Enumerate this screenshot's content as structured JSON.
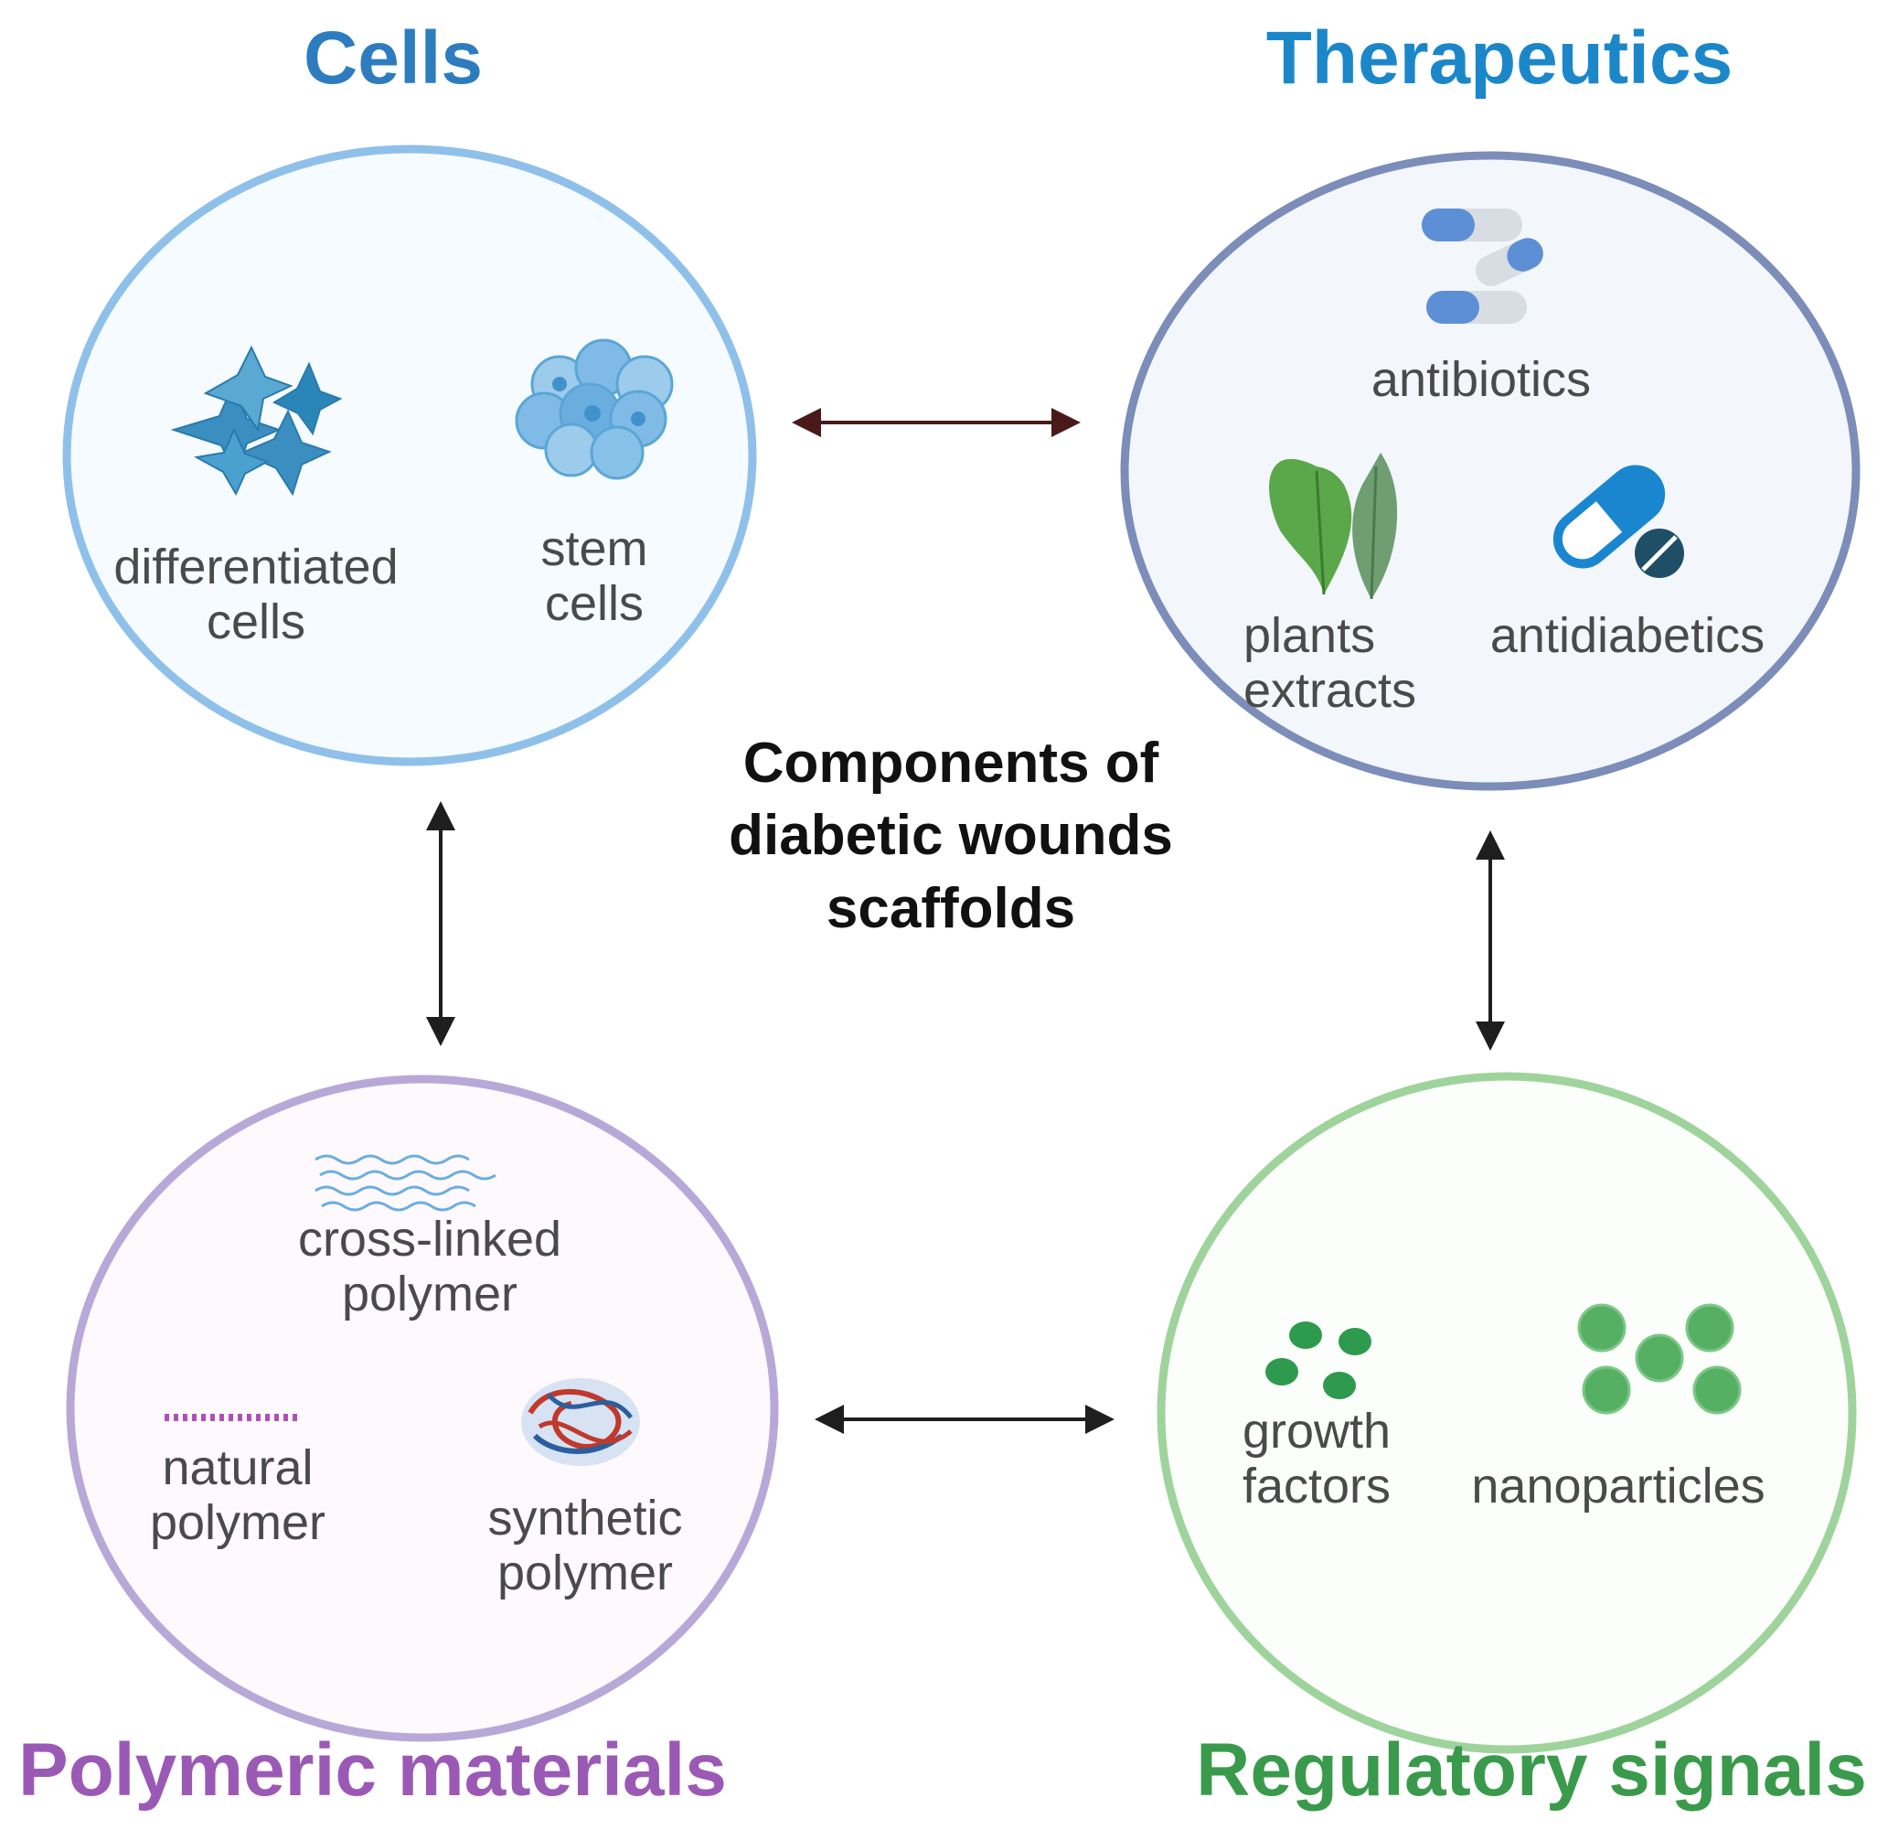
{
  "colors": {
    "cells": "#2e7cc0",
    "therapeutics": "#1b87c9",
    "polymeric": "#9b59b6",
    "regulatory": "#3a9a4c",
    "cells_ring": "#8fc0ea",
    "therapeutics_ring": "#7b8db8",
    "polymeric_ring": "#b8a8d8",
    "regulatory_ring": "#9fd39c",
    "arrow_top": "#4a1a1a",
    "arrow": "#1e1e1e"
  },
  "titles": {
    "cells": "Cells",
    "therapeutics": "Therapeutics",
    "polymeric": "Polymeric materials",
    "regulatory": "Regulatory signals"
  },
  "center": {
    "line1": "Components of",
    "line2": "diabetic wounds",
    "line3": "scaffolds"
  },
  "cells": {
    "differentiated": [
      "differentiated",
      "cells"
    ],
    "stem": [
      "stem",
      "cells"
    ]
  },
  "therapeutics": {
    "antibiotics": "antibiotics",
    "plants": [
      "plants",
      "extracts"
    ],
    "antidiabetics": "antidiabetics"
  },
  "polymeric": {
    "crosslinked": [
      "cross-linked",
      "polymer"
    ],
    "natural": [
      "natural",
      "polymer"
    ],
    "synthetic": [
      "synthetic",
      "polymer"
    ]
  },
  "regulatory": {
    "growth": [
      "growth",
      "factors"
    ],
    "nanoparticles": "nanoparticles"
  },
  "icons": [
    "cells-icon",
    "stem-cells-icon",
    "capsules-icon",
    "leaves-icon",
    "pill-tablet-icon",
    "wavy-lines-icon",
    "dotted-line-icon",
    "polymer-ball-icon",
    "dots-icon",
    "nanoparticles-icon"
  ]
}
